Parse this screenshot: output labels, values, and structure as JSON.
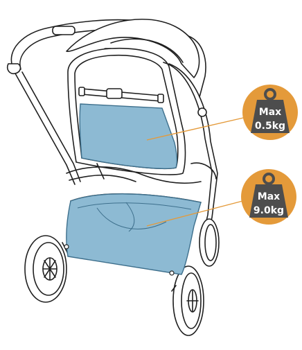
{
  "colors": {
    "background": "#ffffff",
    "line": "#1f1f1f",
    "pocket_fill": "#8dbad3",
    "pocket_stroke": "#3d6f8c",
    "badge_orange": "#e49a3a",
    "weight_fill": "#4d4d4d",
    "callout_line": "#e49a3a"
  },
  "icons": {
    "weight": "weight-icon"
  },
  "seat_pocket": {
    "label_line1": "Max",
    "label_line2": "0.5kg"
  },
  "basket": {
    "label_line1": "Max",
    "label_line2": "9.0kg"
  }
}
